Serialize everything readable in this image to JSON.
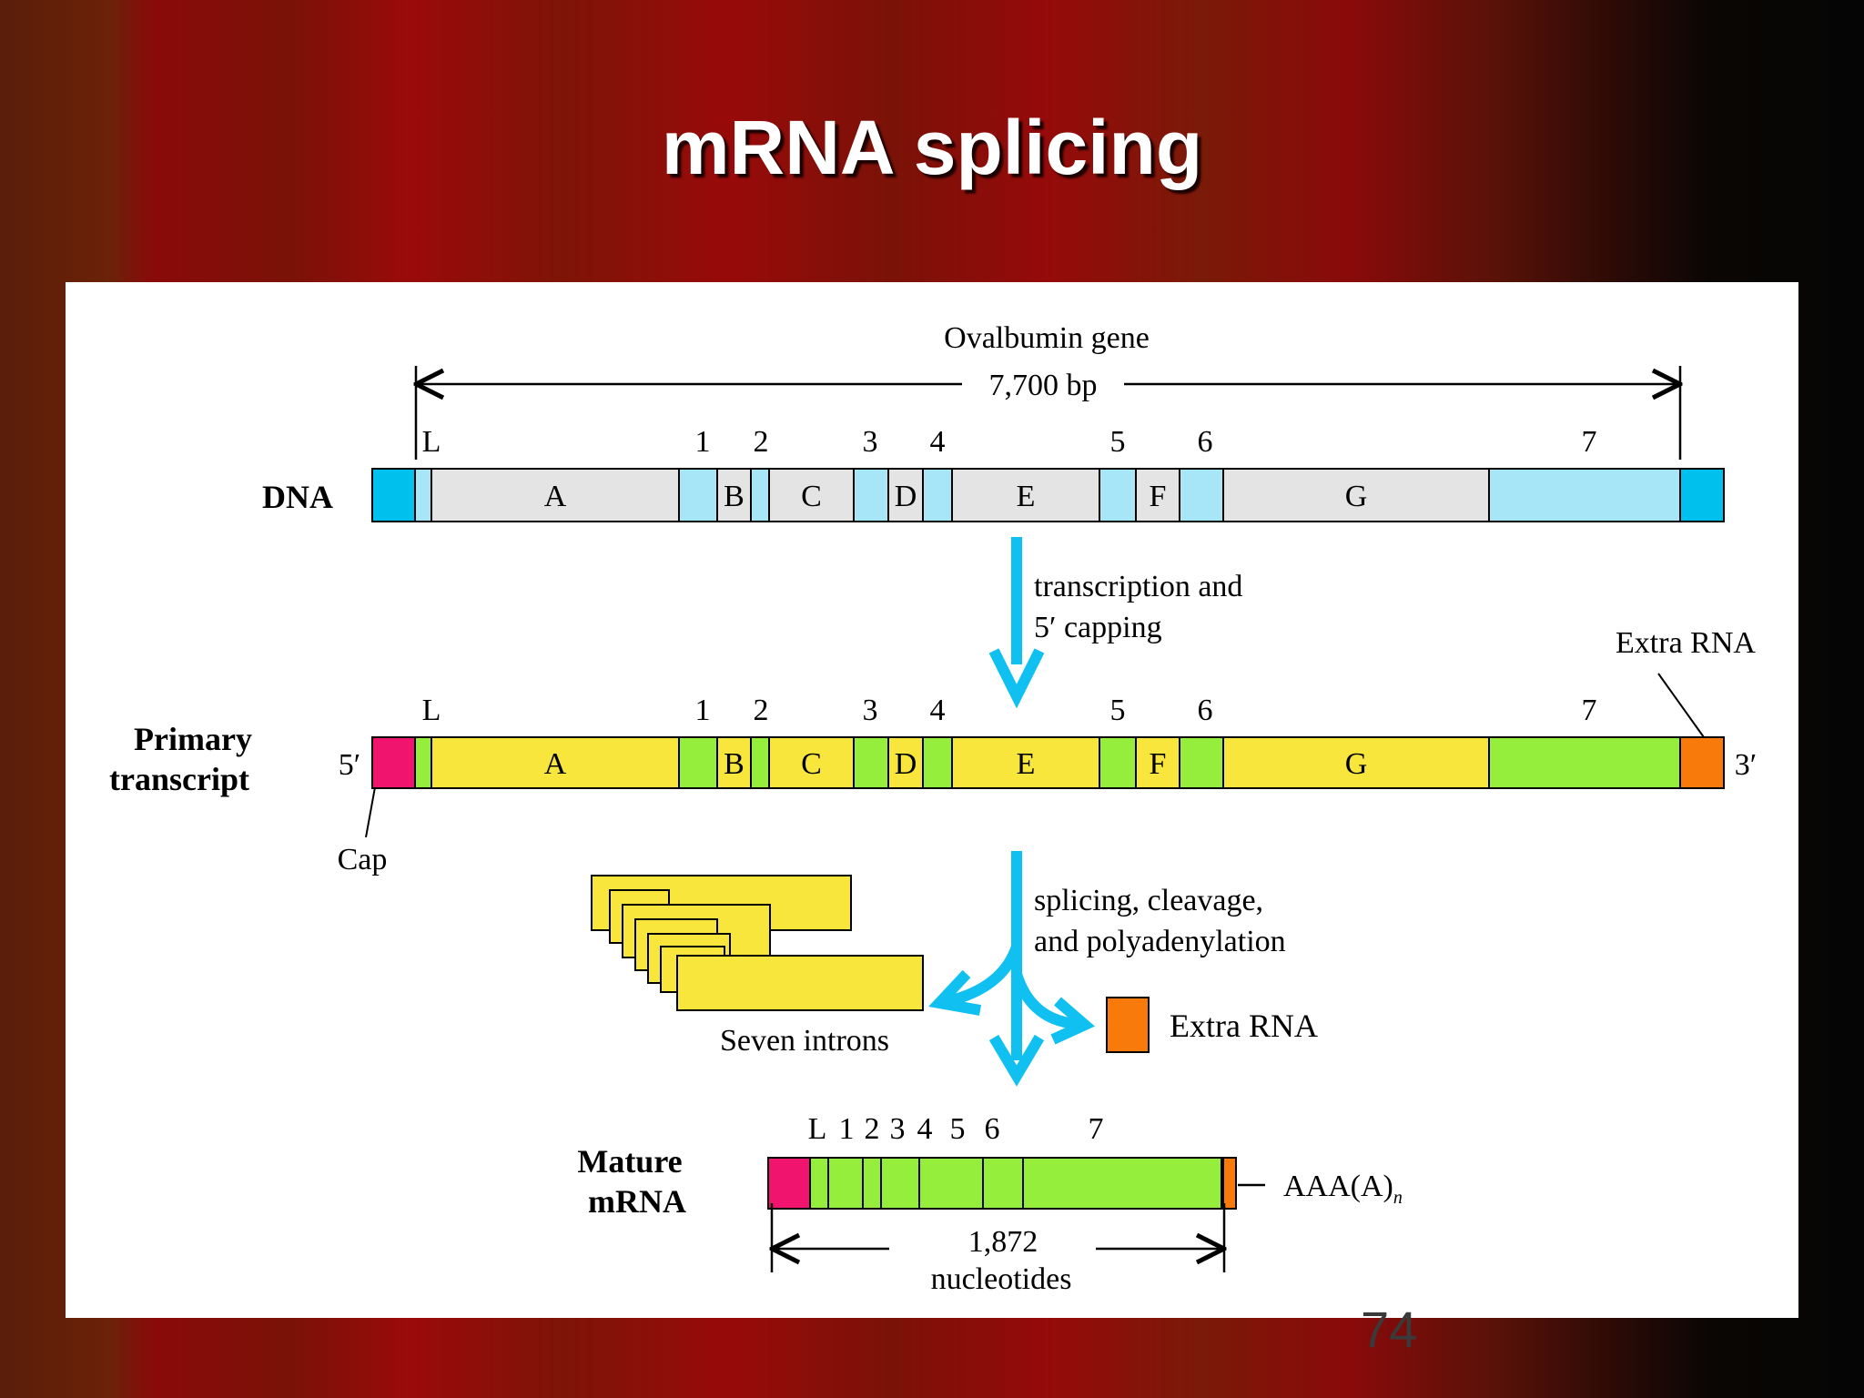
{
  "slide": {
    "title": "mRNA splicing",
    "slide_number": "74"
  },
  "diagram": {
    "gene_name": "Ovalbumin gene",
    "gene_length": "7,700 bp",
    "row_labels": {
      "dna": "DNA",
      "primary_line1": "Primary",
      "primary_line2": "transcript",
      "mature_line1": "Mature",
      "mature_line2": "mRNA"
    },
    "exon_labels": [
      "L",
      "1",
      "2",
      "3",
      "4",
      "5",
      "6",
      "7"
    ],
    "intron_labels": [
      "A",
      "B",
      "C",
      "D",
      "E",
      "F",
      "G"
    ],
    "prime5": "5′",
    "prime3": "3′",
    "cap_label": "Cap",
    "extra_rna_top": "Extra RNA",
    "step1_line1": "transcription and",
    "step1_line2": "5′ capping",
    "step2_line1": "splicing, cleavage,",
    "step2_line2": "and polyadenylation",
    "seven_introns": "Seven introns",
    "extra_rna_mid": "Extra RNA",
    "poly_a_main": "AAA(A)",
    "poly_a_sub": "n",
    "mrna_length_line1": "1,872",
    "mrna_length_line2": "nucleotides"
  },
  "colors": {
    "dna_exon": "#a6e6f7",
    "dna_end": "#00c0ee",
    "dna_intron": "#e4e4e4",
    "rna_exon": "#96ee3c",
    "rna_intron": "#f8e63c",
    "cap": "#f0146e",
    "extra_rna": "#f87a0a",
    "arrow": "#10c0f0"
  }
}
